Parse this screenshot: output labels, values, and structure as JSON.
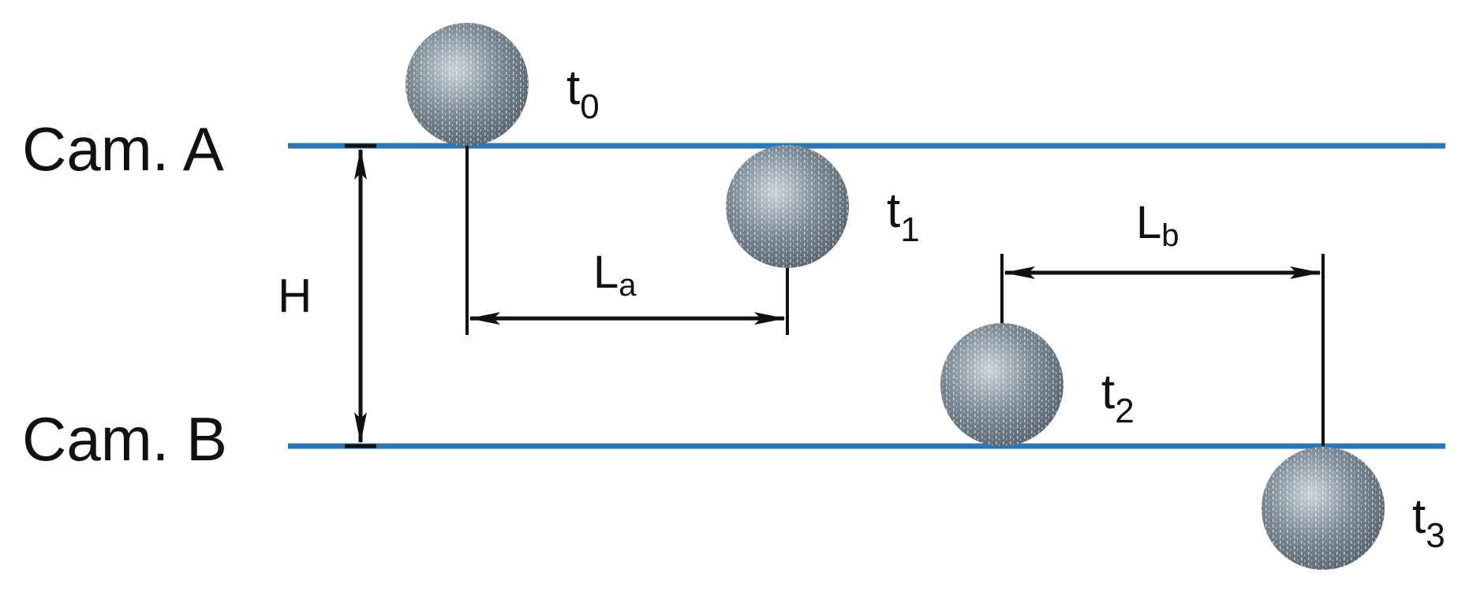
{
  "colors": {
    "camera_line": "#2e75b6",
    "line_ink": "#111111",
    "ball_fill": "#7b8a95",
    "ball_highlight": "#c9d2d9",
    "background": "#ffffff"
  },
  "cameras": {
    "a": {
      "label": "Cam. A"
    },
    "b": {
      "label": "Cam. B"
    }
  },
  "height_dimension": {
    "label": "H"
  },
  "dimensions": {
    "la": {
      "main": "L",
      "sub": "a"
    },
    "lb": {
      "main": "L",
      "sub": "b"
    }
  },
  "balls": [
    {
      "main": "t",
      "sub": "0"
    },
    {
      "main": "t",
      "sub": "1"
    },
    {
      "main": "t",
      "sub": "2"
    },
    {
      "main": "t",
      "sub": "3"
    }
  ]
}
